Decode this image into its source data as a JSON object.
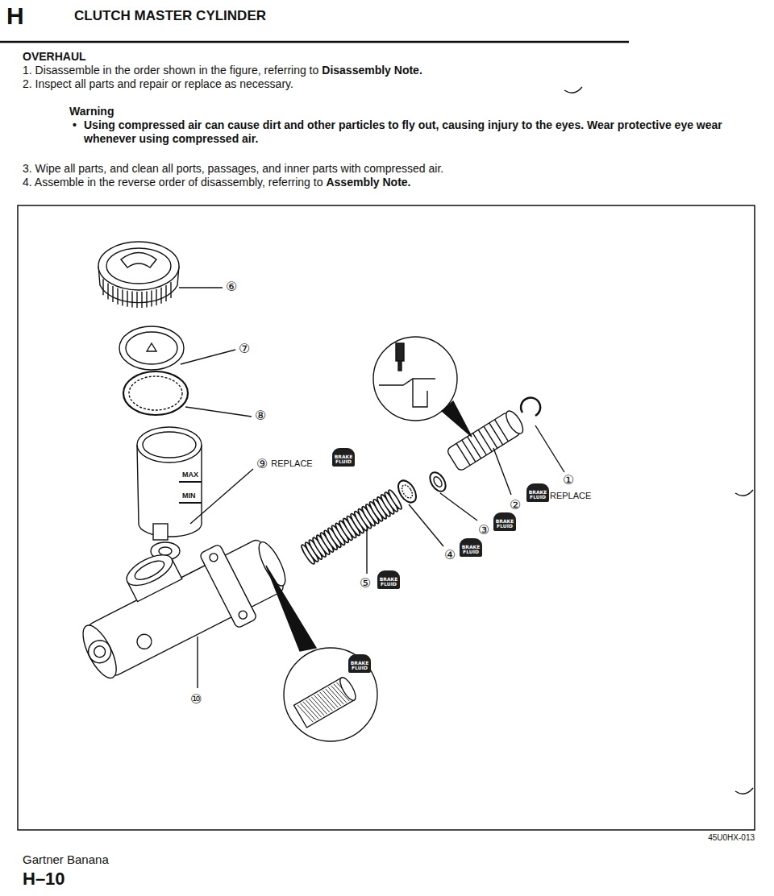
{
  "diagram": {
    "title": "CLUTCH MASTER CYLINDER",
    "nodes": [
      {
        "text": [
          "BRAKE FLUID"
        ]
      },
      {
        "text": [
          "BRAKE FLUID"
        ]
      },
      {
        "text": [
          "BRAKE FLUID"
        ]
      },
      {
        "text": [
          "BRAKE FLUID"
        ]
      },
      {
        "text": [
          "BRAKE FLUID"
        ]
      },
      {
        "text": [
          "BRAKE FLUID"
        ]
      }
    ],
    "labels": [
      "H",
      "OVERHAUL",
      "1. Disassemble in the order shown in the figure, referring to",
      "Disassembly Note.",
      "2. Inspect all parts and repair or replace as necessary.",
      "Warning",
      "•",
      "Using compressed air can cause dirt and other particles to fly out, causing injury to the eyes. Wear protective eye wear whenever using compressed air.",
      "3. Wipe all parts, and clean all ports, passages, and inner parts with compressed air.",
      "4. Assemble in the reverse order of disassembly, referring to",
      "Assembly Note.",
      "⑥",
      "⑦",
      "⑧",
      "⑨",
      "REPLACE",
      "①",
      "REPLACE",
      "②",
      "③",
      "④",
      "⑤",
      "⑩",
      "MAX",
      "MIN",
      "45U0HX-013",
      "Gartner Banana",
      "H–10"
    ]
  }
}
